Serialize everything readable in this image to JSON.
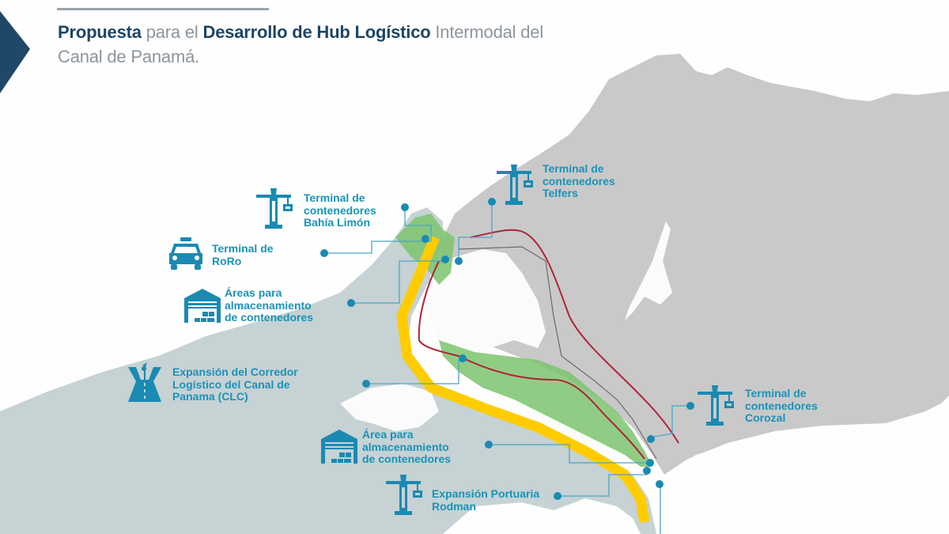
{
  "header": {
    "title_part1_bold": "Propuesta",
    "title_part2": " para el ",
    "title_part3_bold": "Desarrollo de Hub Logístico",
    "title_part4": " Intermodal del",
    "title_line2": "Canal de Panamá."
  },
  "colors": {
    "label_blue": "#1a93b8",
    "title_dark": "#1e4566",
    "title_gray": "#8d959d",
    "land_gray": "#c9c9c9",
    "sea_gray": "#c6d2d4",
    "green_zone": "#7cc46f",
    "yellow_route": "#ffcc00",
    "red_line": "#b0243a",
    "connector_line": "#4da6c2"
  },
  "labels": [
    {
      "id": "bahia-limon",
      "icon": "crane-icon",
      "lines": [
        "Terminal de",
        "contenedores",
        "Bahía Limón"
      ]
    },
    {
      "id": "telfers",
      "icon": "crane-icon",
      "lines": [
        "Terminal de",
        "contenedores",
        "Telfers"
      ]
    },
    {
      "id": "roro",
      "icon": "car-icon",
      "lines": [
        "Terminal de",
        "RoRo"
      ]
    },
    {
      "id": "areas-almacenamiento",
      "icon": "warehouse-icon",
      "lines": [
        "Áreas para",
        "almacenamiento",
        "de contenedores"
      ]
    },
    {
      "id": "clc",
      "icon": "corridor-icon",
      "lines": [
        "Expansión del Corredor",
        "Logístico del Canal de",
        "Panama (CLC)"
      ]
    },
    {
      "id": "corozal",
      "icon": "crane-icon",
      "lines": [
        "Terminal de",
        "contenedores",
        "Corozal"
      ]
    },
    {
      "id": "area-almacenamiento",
      "icon": "warehouse-icon",
      "lines": [
        "Área para",
        "almacenamiento",
        "de contenedores"
      ]
    },
    {
      "id": "rodman",
      "icon": "crane-icon",
      "lines": [
        "Expansión Portuaria",
        "Rodman"
      ]
    }
  ]
}
